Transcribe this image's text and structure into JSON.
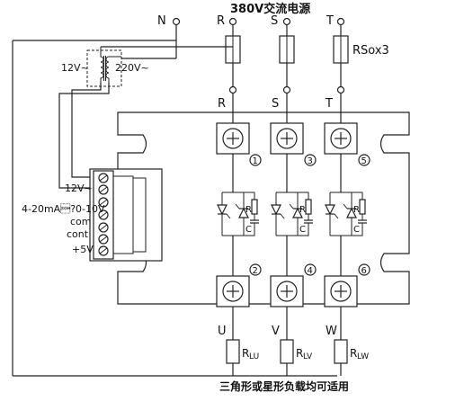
{
  "title": "380V交流电源",
  "footer": "三角形或星形负载均可适用",
  "supply": {
    "n": "N",
    "phases": [
      "R",
      "S",
      "T"
    ]
  },
  "fuse_label": "RSox3",
  "transformer": {
    "left": "12V~",
    "right": "220V~"
  },
  "module_phases": [
    "R",
    "S",
    "T"
  ],
  "input_terminals": [
    "12V~",
    "4-20mA\u0001?0-10V",
    "com",
    "cont",
    "+5V"
  ],
  "terminals_top": [
    "1",
    "3",
    "5"
  ],
  "terminals_bottom": [
    "2",
    "4",
    "6"
  ],
  "snubber": {
    "r": "R",
    "c": "C"
  },
  "outputs": [
    "U",
    "V",
    "W"
  ],
  "loads": [
    {
      "main": "R",
      "sub": "LU"
    },
    {
      "main": "R",
      "sub": "LV"
    },
    {
      "main": "R",
      "sub": "LW"
    }
  ]
}
